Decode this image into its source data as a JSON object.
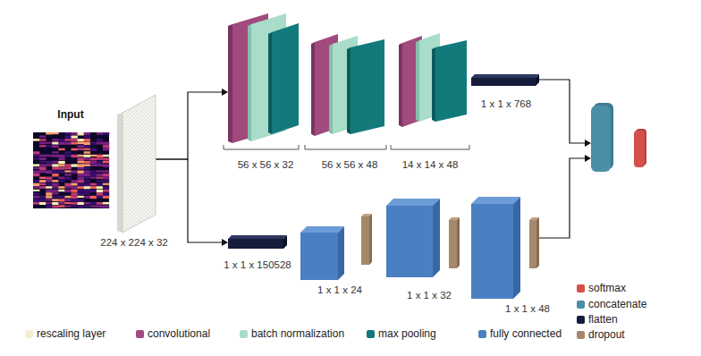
{
  "diagram": {
    "nodes": [
      {
        "text": [
          "Input"
        ]
      },
      {
        "text": [
          "224 x 224 x 32"
        ]
      },
      {
        "text": [
          "56 x 56 x 32"
        ]
      },
      {
        "text": [
          "56 x 56 x 48"
        ]
      },
      {
        "text": [
          "14 x 14 x 48"
        ]
      },
      {
        "text": [
          "1 x 1 x 768"
        ]
      },
      {
        "text": [
          "1 x 1 x 150528"
        ]
      },
      {
        "text": [
          "1 x 1 x 24"
        ]
      },
      {
        "text": [
          "1 x 1 x 32"
        ]
      },
      {
        "text": [
          "1 x 1 x 48"
        ]
      }
    ],
    "edges": [
      {
        "from": 1,
        "to": 2,
        "arrow": "to"
      },
      {
        "from": 1,
        "to": 6,
        "arrow": "to"
      }
    ],
    "legend": [
      {
        "text": "rescaling layer",
        "color": "#f6edd0"
      },
      {
        "text": "convolutional",
        "color": "#a04a7e"
      },
      {
        "text": "batch normalization",
        "color": "#a9dcc9"
      },
      {
        "text": "max pooling",
        "color": "#137a7c"
      },
      {
        "text": "fully connected",
        "color": "#4a80c2"
      },
      {
        "text": "softmax",
        "color": "#d5504c"
      },
      {
        "text": "concatenate",
        "color": "#4a8fa6"
      },
      {
        "text": "flatten",
        "color": "#151c3a"
      },
      {
        "text": "dropout",
        "color": "#a5876a"
      }
    ]
  }
}
